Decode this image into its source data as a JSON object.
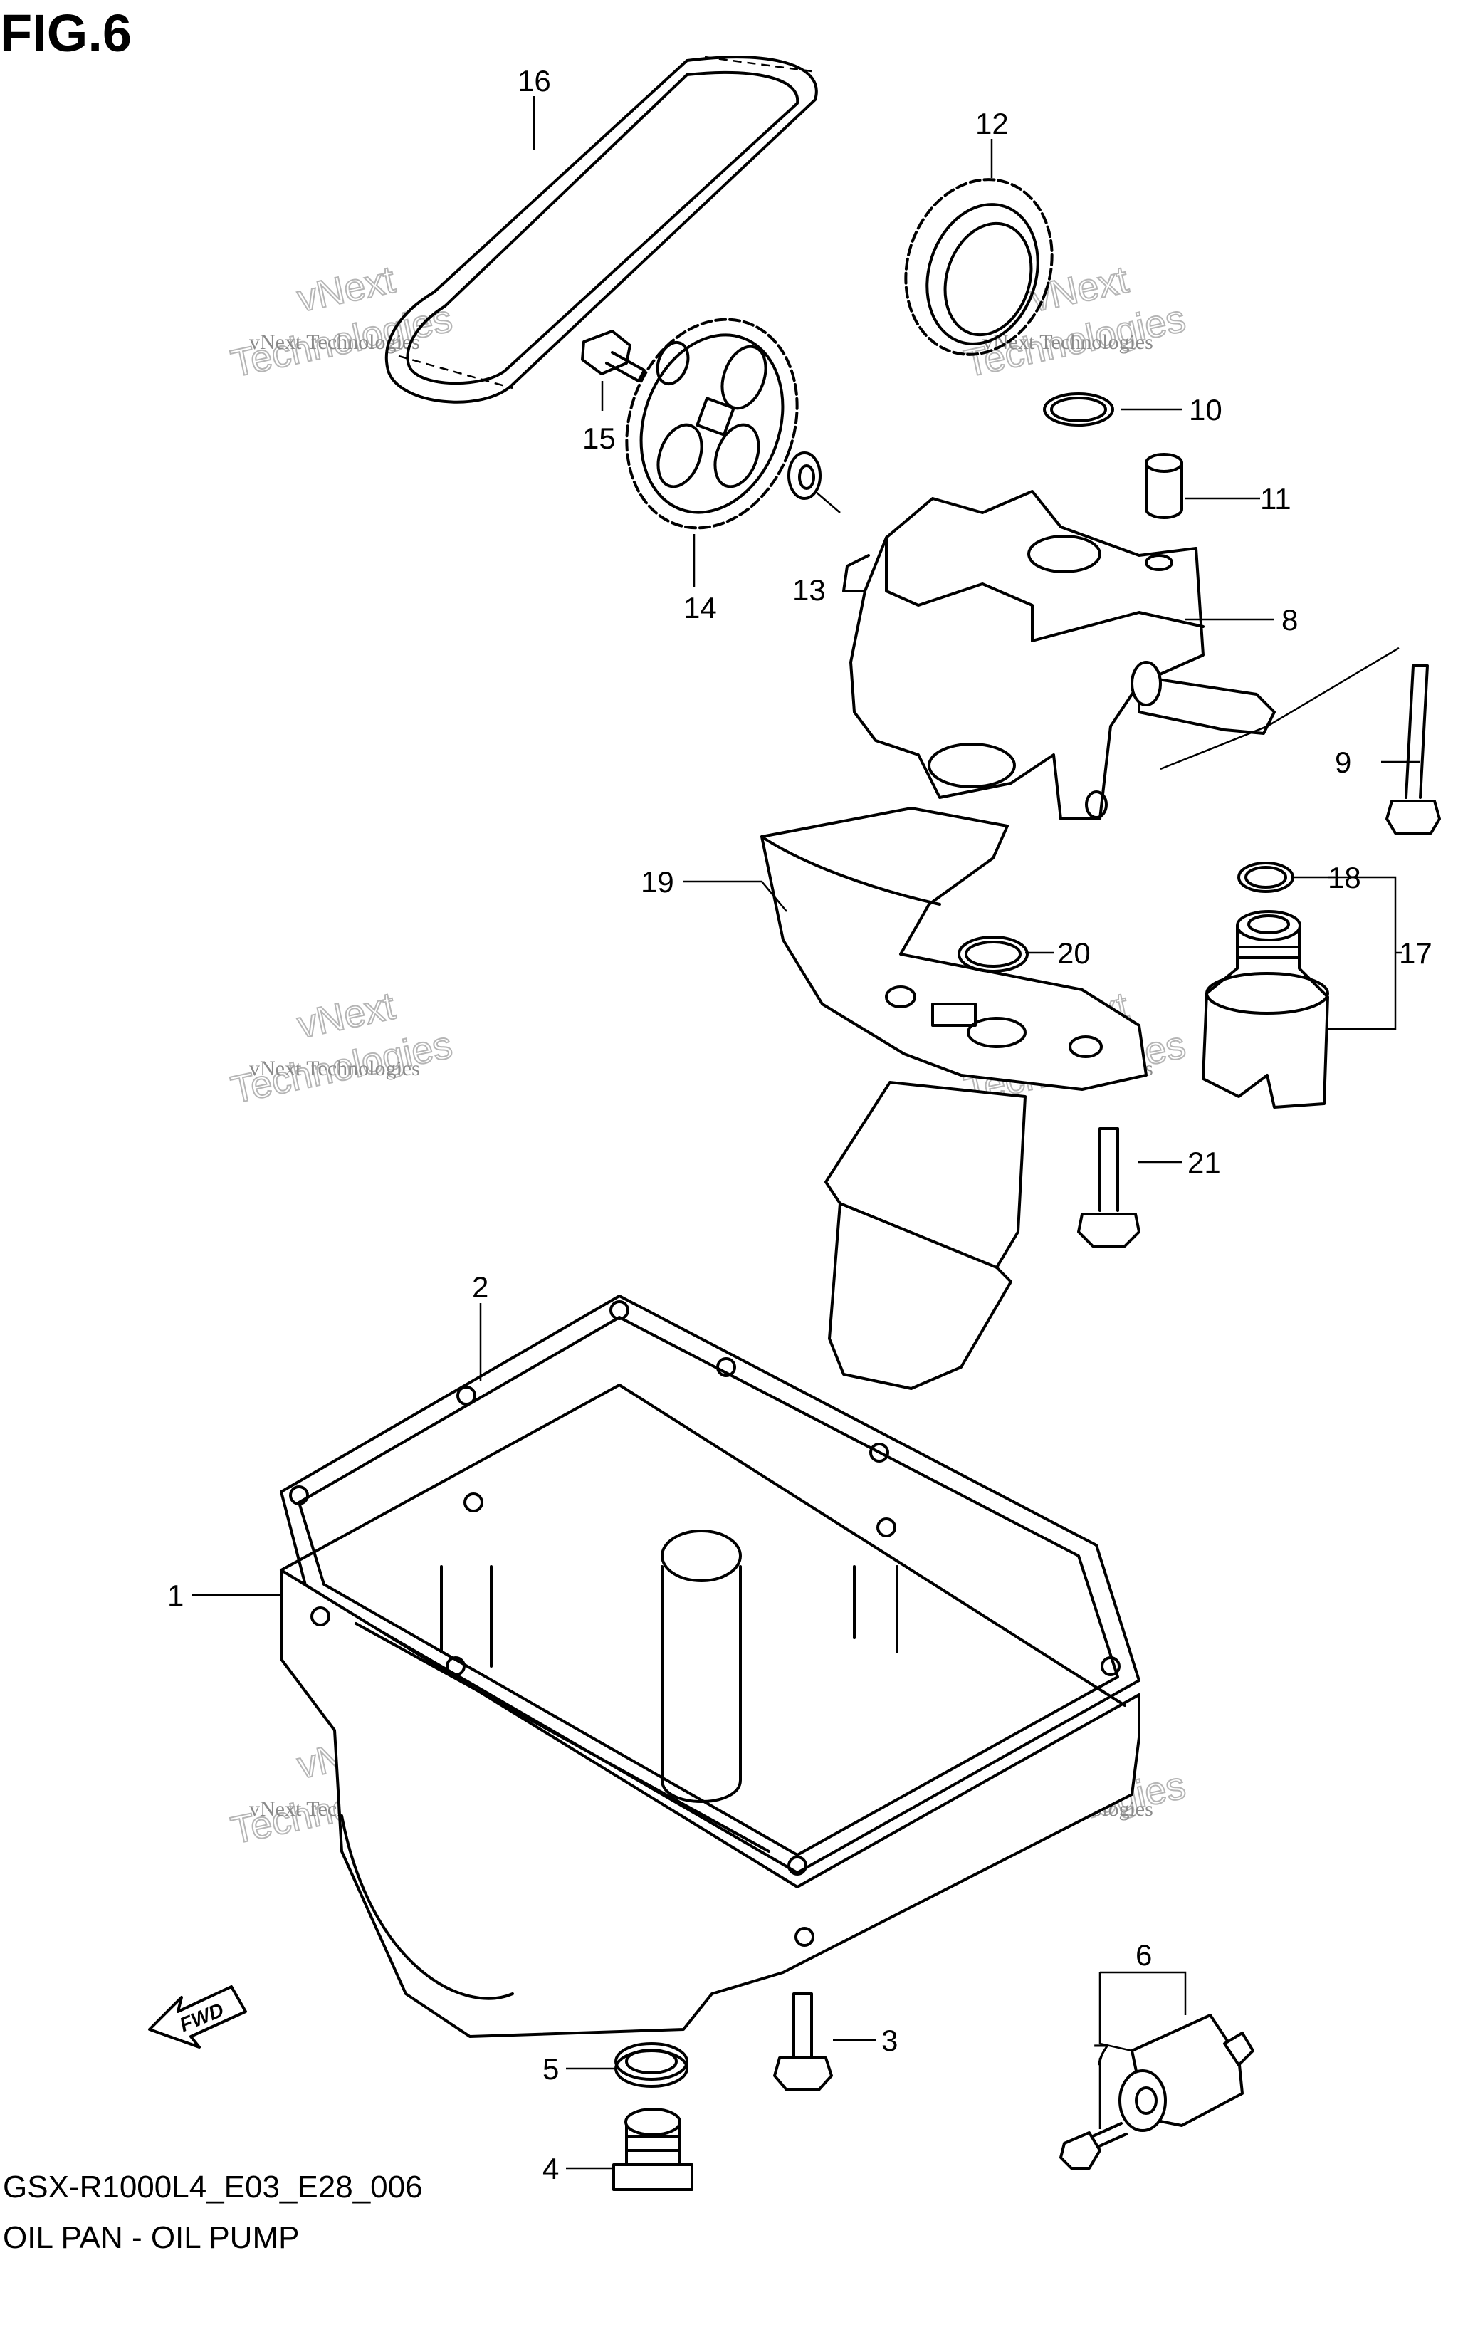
{
  "figure": {
    "title": "FIG.6",
    "drawing_code": "GSX-R1000L4_E03_E28_006",
    "drawing_name": "OIL PAN - OIL PUMP"
  },
  "watermark": {
    "company": "vNext Technologies",
    "line1": "vNext",
    "line2": "Technologies"
  },
  "callouts": [
    {
      "id": "1",
      "label": "1"
    },
    {
      "id": "2",
      "label": "2"
    },
    {
      "id": "3",
      "label": "3"
    },
    {
      "id": "4",
      "label": "4"
    },
    {
      "id": "5",
      "label": "5"
    },
    {
      "id": "6",
      "label": "6"
    },
    {
      "id": "7",
      "label": "7"
    },
    {
      "id": "8",
      "label": "8"
    },
    {
      "id": "9",
      "label": "9"
    },
    {
      "id": "10",
      "label": "10"
    },
    {
      "id": "11",
      "label": "11"
    },
    {
      "id": "12",
      "label": "12"
    },
    {
      "id": "13",
      "label": "13"
    },
    {
      "id": "14",
      "label": "14"
    },
    {
      "id": "15",
      "label": "15"
    },
    {
      "id": "16",
      "label": "16"
    },
    {
      "id": "17",
      "label": "17"
    },
    {
      "id": "18",
      "label": "18"
    },
    {
      "id": "19",
      "label": "19"
    },
    {
      "id": "20",
      "label": "20"
    },
    {
      "id": "21",
      "label": "21"
    }
  ],
  "direction_arrow": {
    "label": "FWD"
  }
}
